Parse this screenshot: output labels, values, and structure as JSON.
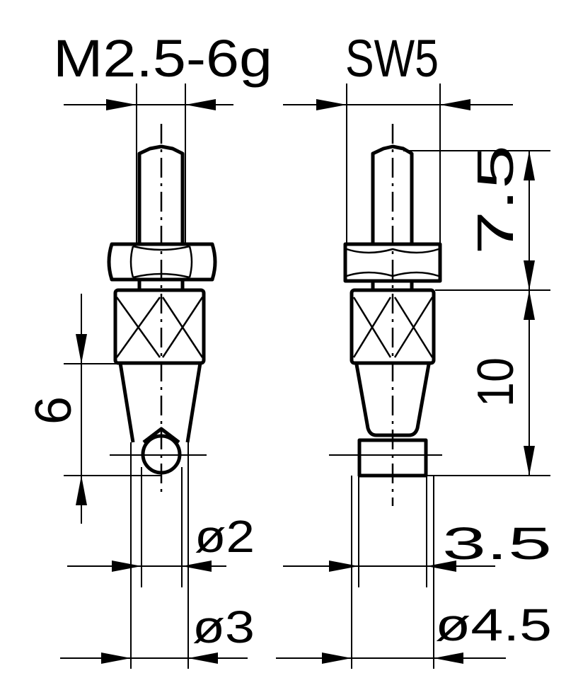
{
  "labels": {
    "thread": "M2.5-6g",
    "wrench_size": "SW5",
    "left_height": "6",
    "left_ball_diameter": "ø2",
    "left_body_diameter": "ø3",
    "right_pin_length": "7.5",
    "right_body_length": "10",
    "right_tip_width": "3.5",
    "right_body_diameter": "ø4.5"
  },
  "colors": {
    "line": "#000000",
    "background": "#ffffff"
  }
}
